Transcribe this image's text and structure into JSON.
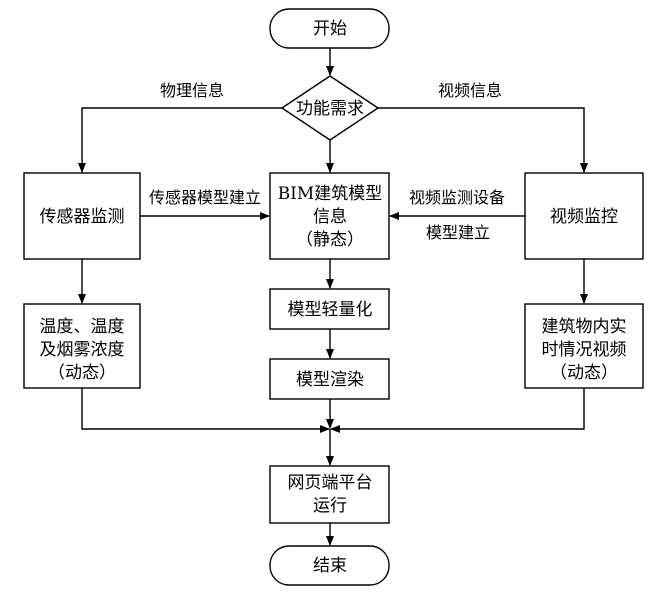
{
  "nodes": {
    "start": "开始",
    "decision": "功能需求",
    "sensor": "传感器监测",
    "bim": [
      "BIM建筑模型",
      "信息",
      "（静态）"
    ],
    "video": "视频监控",
    "lightweight": "模型轻量化",
    "temp": [
      "温度、温度",
      "及烟雾浓度",
      "（动态）"
    ],
    "render": "模型渲染",
    "building": [
      "建筑物内实",
      "时情况视频",
      "（动态）"
    ],
    "web": [
      "网页端平台",
      "运行"
    ],
    "end": "结束"
  },
  "edges": {
    "physical": "物理信息",
    "video_info": "视频信息",
    "sensor_model": "传感器模型建立",
    "video_device": "视频监测设备",
    "model_build": "模型建立"
  }
}
